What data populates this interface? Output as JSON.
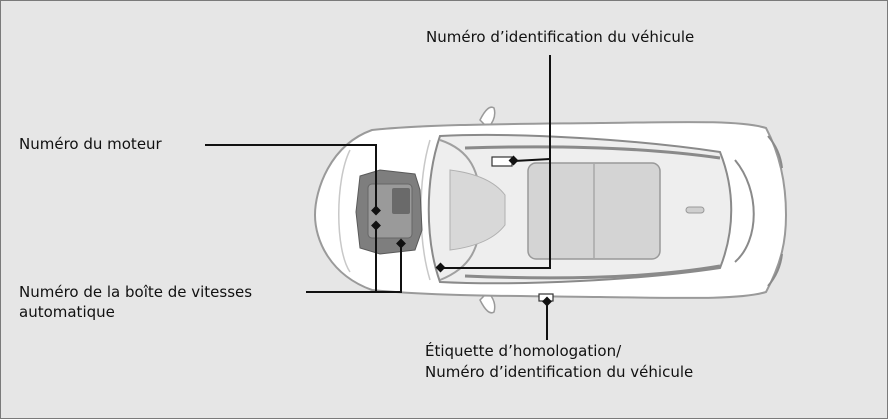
{
  "labels": {
    "vin_top": "Numéro d’identification du véhicule",
    "engine": "Numéro du moteur",
    "transmission_line1": "Numéro de la boîte de vitesses",
    "transmission_line2": "automatique",
    "cert_line1": "Étiquette d’homologation/",
    "cert_line2": "Numéro d’identification du véhicule"
  },
  "colors": {
    "background": "#e6e6e6",
    "car_body": "#ffffff",
    "car_outline": "#9a9a9a",
    "leader": "#111111"
  }
}
